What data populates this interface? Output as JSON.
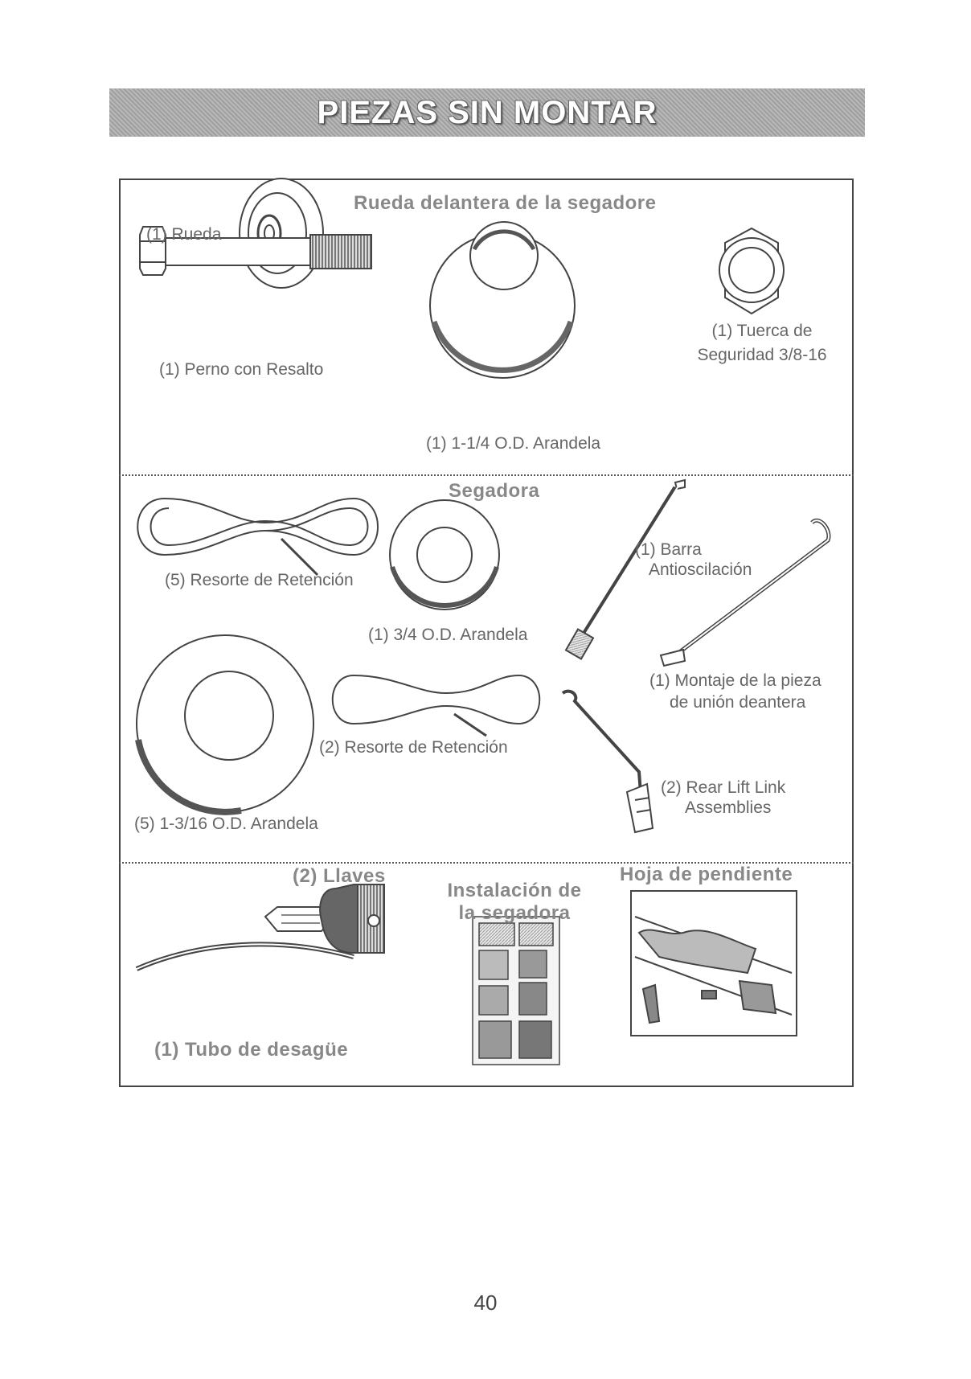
{
  "header": {
    "title": "PIEZAS SIN MONTAR"
  },
  "section1": {
    "heading": "Rueda delantera de la segadore",
    "wheel": "(1) Rueda",
    "bolt": "(1) Perno  con Resalto",
    "nut_line1": "(1) Tuerca de",
    "nut_line2": "Seguridad  3/8-16",
    "washer": "(1) 1-1/4 O.D. Arandela"
  },
  "section2": {
    "heading": "Segadora",
    "spring5": "(5) Resorte de Retención",
    "washer34": "(1) 3/4 O.D. Arandela",
    "bar_line1": "(1) Barra",
    "bar_line2": "Antioscilación",
    "front_link_line1": "(1) Montaje de la pieza",
    "front_link_line2": "de unión deantera",
    "spring2": "(2) Resorte de Retención",
    "rear_link_line1": "(2) Rear Lift Link",
    "rear_link_line2": "Assemblies",
    "washer1316": "(5) 1-3/16 O.D. Arandela"
  },
  "section3": {
    "keys": "(2) Llaves",
    "install_line1": "Instalación de",
    "install_line2": "la segadora",
    "slope": "Hoja de pendiente",
    "tube": "(1) Tubo de desagüe"
  },
  "footer": {
    "page_number": "40"
  }
}
